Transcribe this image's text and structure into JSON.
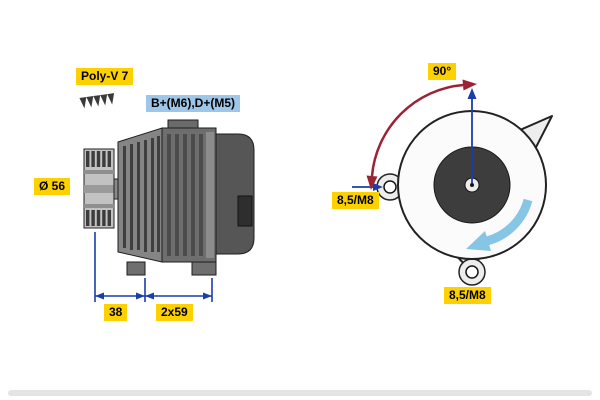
{
  "diagram": {
    "side_view": {
      "belt_label": "Poly-V 7",
      "pulley_diameter_label": "Ø 56",
      "terminals_label": "B+(M6),D+(M5)",
      "dim_pulley_offset": "38",
      "dim_mounting": "2x59"
    },
    "rear_view": {
      "swivel_angle_label": "90°",
      "mount_hole_left_label": "8,5/M8",
      "mount_hole_bottom_label": "8,5/M8"
    },
    "colors": {
      "highlight_yellow": "#fdd000",
      "highlight_blue": "#9dc6e8",
      "dimension_blue": "#1b3faa",
      "arc_red": "#9b2335",
      "direction_cyan": "#86c5e4",
      "body_gray": "#737373"
    }
  }
}
